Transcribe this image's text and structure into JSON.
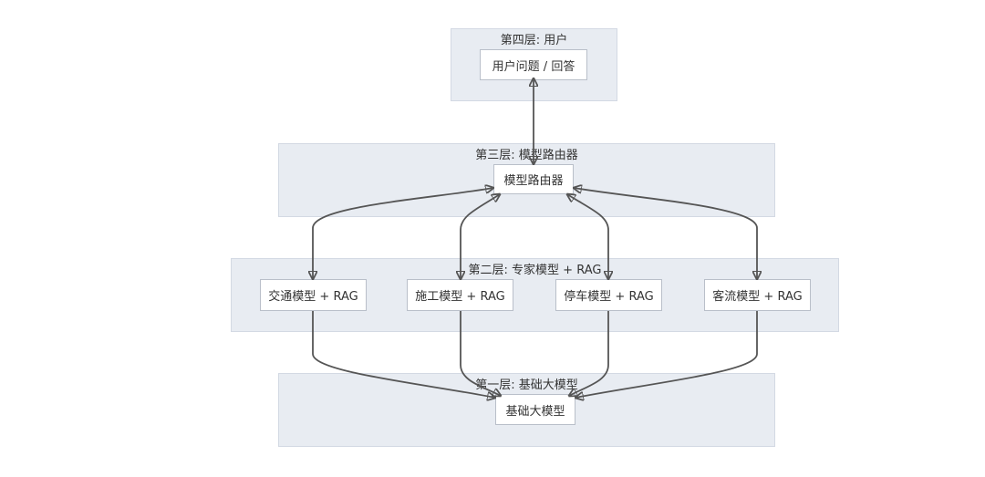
{
  "layers": {
    "layer4": {
      "title": "第四层: 用户",
      "node": "用户问题 / 回答"
    },
    "layer3": {
      "title": "第三层: 模型路由器",
      "node": "模型路由器"
    },
    "layer2": {
      "title": "第二层: 专家模型 + RAG",
      "nodes": [
        "交通模型 + RAG",
        "施工模型 + RAG",
        "停车模型 + RAG",
        "客流模型 + RAG"
      ]
    },
    "layer1": {
      "title": "第一层: 基础大模型",
      "node": "基础大模型"
    }
  },
  "edges": [
    {
      "from": "用户问题 / 回答",
      "to": "模型路由器",
      "direction": "both"
    },
    {
      "from": "模型路由器",
      "to": "交通模型 + RAG",
      "direction": "both"
    },
    {
      "from": "模型路由器",
      "to": "施工模型 + RAG",
      "direction": "both"
    },
    {
      "from": "模型路由器",
      "to": "停车模型 + RAG",
      "direction": "both"
    },
    {
      "from": "模型路由器",
      "to": "客流模型 + RAG",
      "direction": "both"
    },
    {
      "from": "交通模型 + RAG",
      "to": "基础大模型",
      "direction": "forward"
    },
    {
      "from": "施工模型 + RAG",
      "to": "基础大模型",
      "direction": "forward"
    },
    {
      "from": "停车模型 + RAG",
      "to": "基础大模型",
      "direction": "forward"
    },
    {
      "from": "客流模型 + RAG",
      "to": "基础大模型",
      "direction": "forward"
    }
  ],
  "colors": {
    "layer_background": "#e8ecf2",
    "node_background": "#ffffff",
    "node_border": "#b9bfc9",
    "edge": "#555555",
    "text": "#333333"
  }
}
